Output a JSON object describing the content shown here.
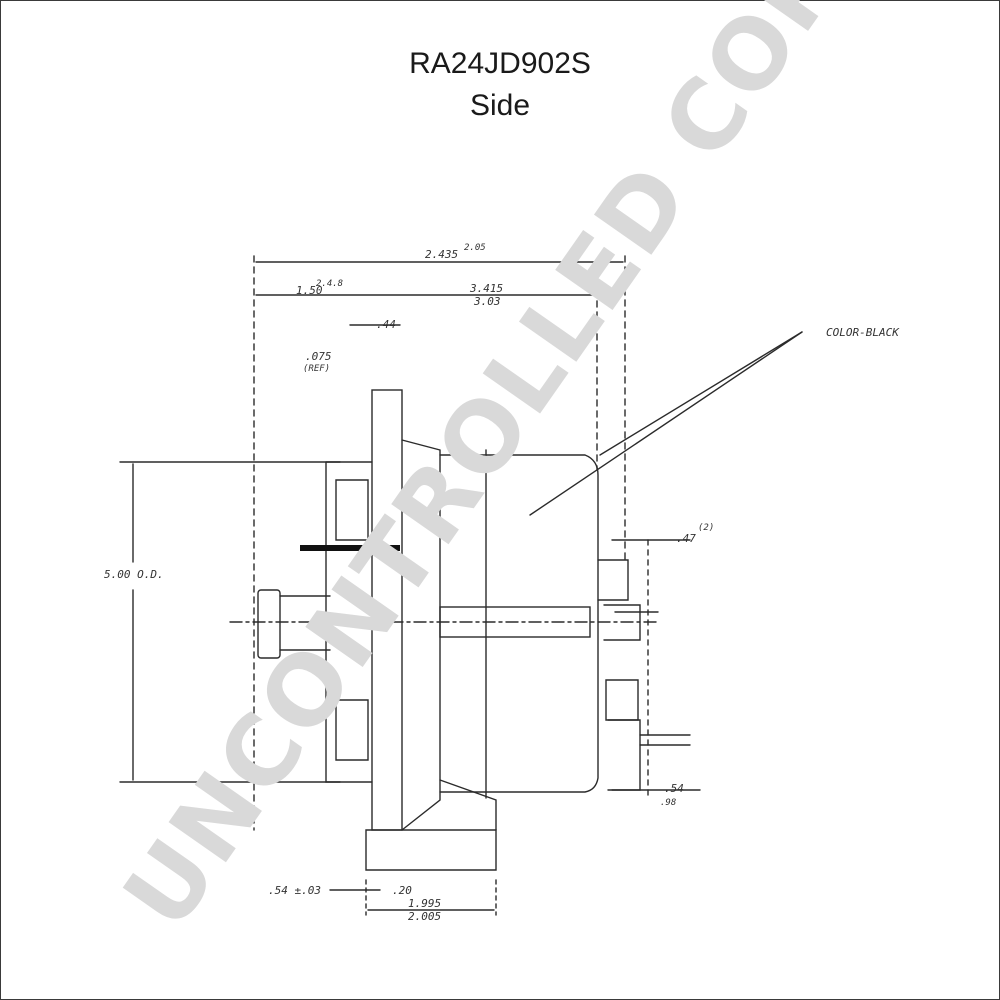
{
  "header": {
    "part_number": "RA24JD902S",
    "view": "Side"
  },
  "dimensions": {
    "overall_length": "2.435",
    "overall_length_tol": "2.05",
    "left_offset": "1.50",
    "left_offset_tol": "2.4.8",
    "body_length": "3.415",
    "body_length_b": "3.03",
    "pulley_width": ".44",
    "pulley_ref": ".075",
    "ref_note": "(REF)",
    "outer_diameter": "5.00 O.D.",
    "terminal_offset": ".47",
    "terminal_note": "(2)",
    "terminal_bottom": ".54",
    "terminal_bottom_b": ".98",
    "mount_offset": ".54 ±.03",
    "mount_gap": ".20",
    "mount_length": "1.995",
    "mount_length_b": "2.005"
  },
  "callouts": {
    "color_note": "COLOR-BLACK"
  },
  "watermark": {
    "text": "UNCONTROLLED COPY"
  }
}
